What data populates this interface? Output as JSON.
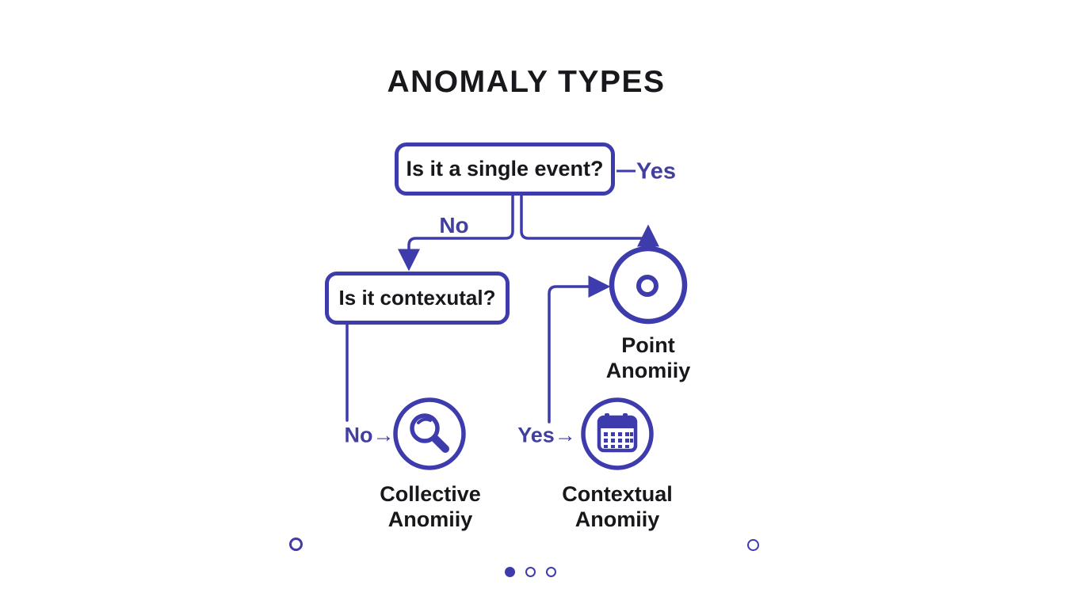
{
  "title": "ANOMALY TYPES",
  "colors": {
    "accent": "#3e3cac",
    "accent_label": "#413f9f",
    "text": "#17171c",
    "background": "#ffffff"
  },
  "flowchart": {
    "nodes": {
      "question1": {
        "text": "Is it a single event?"
      },
      "question2": {
        "text": "Is it contexutal?"
      },
      "point": {
        "icon": "point-circle-icon",
        "label_line1": "Point",
        "label_line2": "Anomiiy"
      },
      "collective": {
        "icon": "magnifier-icon",
        "label_line1": "Collective",
        "label_line2": "Anomiiy"
      },
      "contextual": {
        "icon": "calendar-icon",
        "label_line1": "Contextual",
        "label_line2": "Anomiiy"
      }
    },
    "edges": {
      "yes_top": "Yes",
      "no_top": "No",
      "no_bottom": "No→",
      "yes_bottom": "Yes→"
    }
  },
  "pagination": {
    "count": 3,
    "active_index": 0
  }
}
